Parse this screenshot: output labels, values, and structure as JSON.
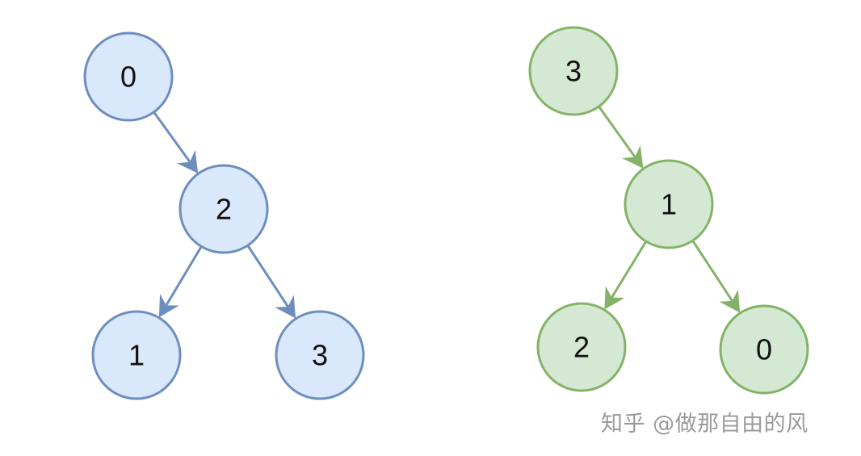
{
  "trees": [
    {
      "nodes": [
        {
          "id": "a0",
          "label": "0"
        },
        {
          "id": "a2",
          "label": "2"
        },
        {
          "id": "a1",
          "label": "1"
        },
        {
          "id": "a3",
          "label": "3"
        }
      ],
      "edges": [
        [
          "a0",
          "a2"
        ],
        [
          "a2",
          "a1"
        ],
        [
          "a2",
          "a3"
        ]
      ],
      "colors": {
        "fill": "#dae8fc",
        "stroke": "#6c8ebf"
      }
    },
    {
      "nodes": [
        {
          "id": "b3",
          "label": "3"
        },
        {
          "id": "b1",
          "label": "1"
        },
        {
          "id": "b2",
          "label": "2"
        },
        {
          "id": "b0",
          "label": "0"
        }
      ],
      "edges": [
        [
          "b3",
          "b1"
        ],
        [
          "b1",
          "b2"
        ],
        [
          "b1",
          "b0"
        ]
      ],
      "colors": {
        "fill": "#d5e8d4",
        "stroke": "#82b366"
      }
    }
  ],
  "watermark": "知乎 @做那自由的风"
}
